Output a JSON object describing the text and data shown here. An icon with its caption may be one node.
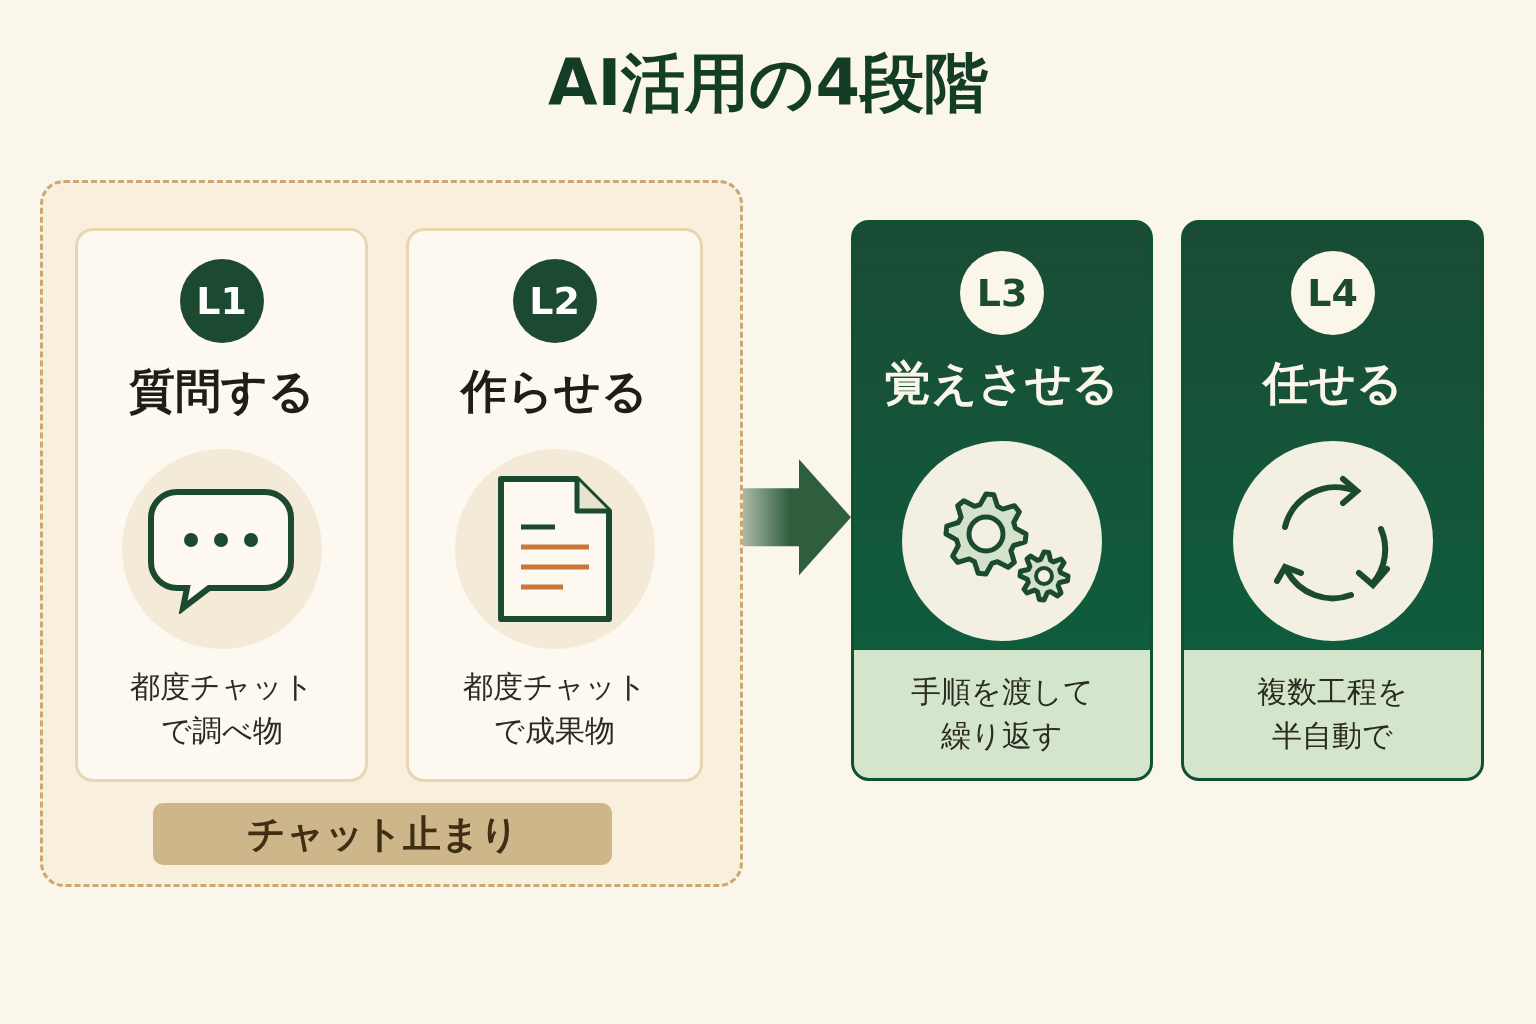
{
  "diagram": {
    "title": "AI活用の4段階",
    "nodes": [
      {
        "text": [],
        "shape": "box"
      },
      {
        "text": [
          "L1",
          "質問する",
          "都度チャットで調べ物"
        ],
        "in": 0
      },
      {
        "text": [
          "L2",
          "作らせる",
          "都度チャットで成果物"
        ],
        "in": 0
      },
      {
        "text": [
          "チャット止まり"
        ],
        "in": 0
      },
      {
        "text": [
          "L3",
          "覚えさせる",
          "手順を渡して繰り返す"
        ]
      },
      {
        "text": [
          "L4",
          "任せる",
          "複数工程を半自動で"
        ]
      }
    ],
    "edges": [
      {
        "from": 0,
        "to": 4,
        "arrow": "to",
        "style": "thick"
      }
    ]
  }
}
